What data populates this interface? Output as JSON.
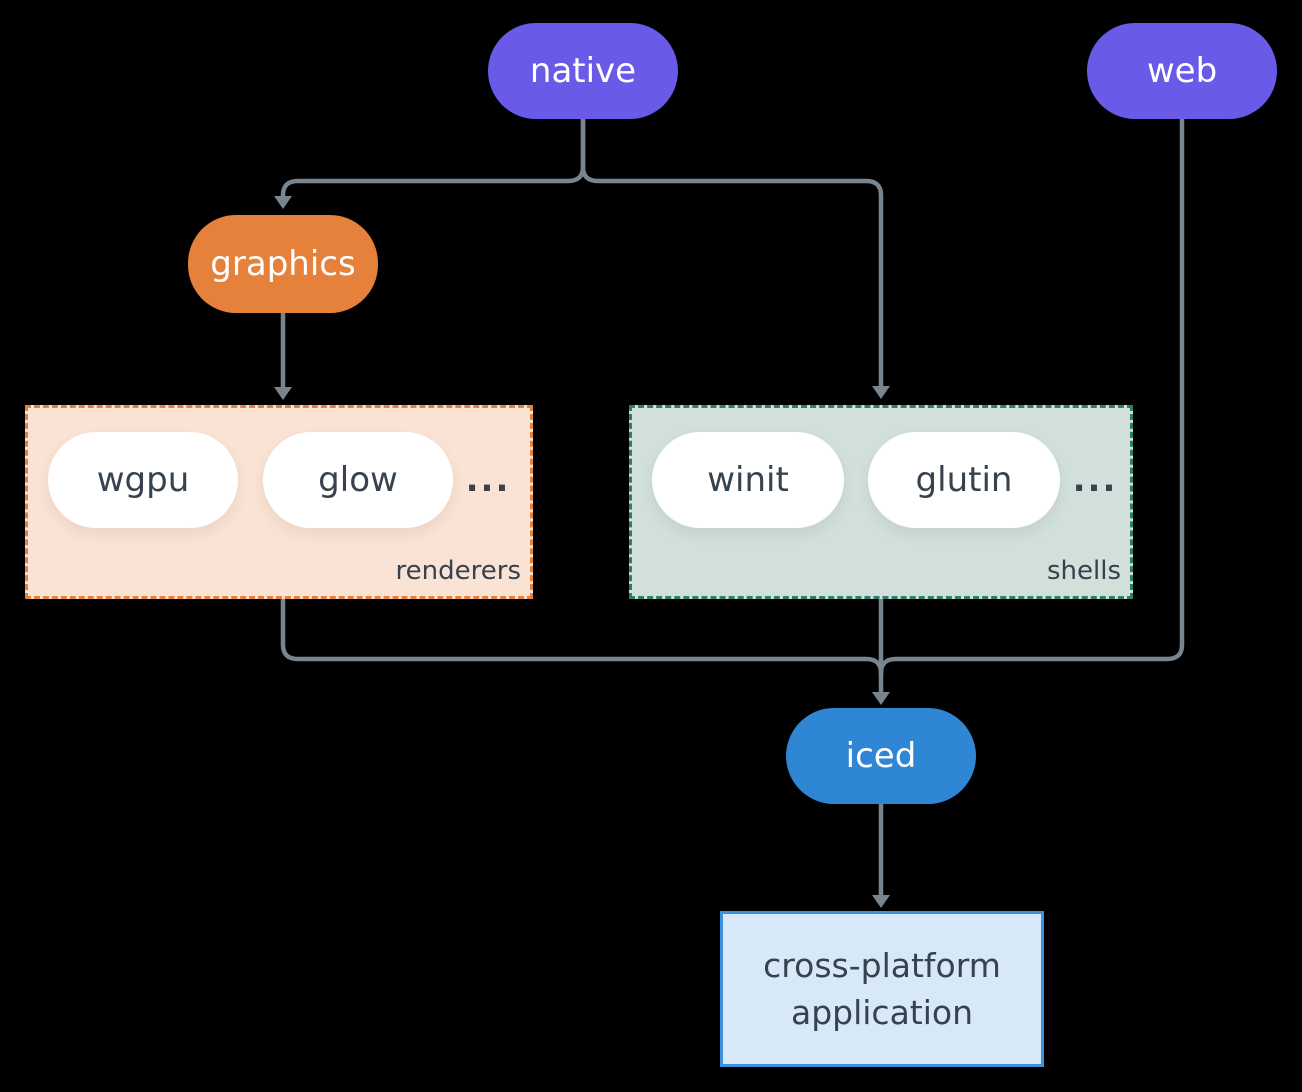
{
  "nodes": {
    "native": {
      "label": "native"
    },
    "web": {
      "label": "web"
    },
    "graphics": {
      "label": "graphics"
    },
    "iced": {
      "label": "iced"
    },
    "application": {
      "line1": "cross-platform",
      "line2": "application"
    }
  },
  "groups": {
    "renderers": {
      "label": "renderers",
      "items": [
        {
          "label": "wgpu"
        },
        {
          "label": "glow"
        }
      ],
      "ellipsis": "..."
    },
    "shells": {
      "label": "shells",
      "items": [
        {
          "label": "winit"
        },
        {
          "label": "glutin"
        }
      ],
      "ellipsis": "..."
    }
  },
  "colors": {
    "node_purple": "#695BE7",
    "node_orange": "#E5813B",
    "node_blue": "#2E86D5",
    "renderers_bg": "#FAE3D4",
    "renderers_border": "#E5813B",
    "shells_bg": "#D1E0DB",
    "shells_border": "#2E7D6D",
    "application_bg": "#D7E8F8",
    "application_border": "#3C90DE",
    "connector": "#78858F",
    "text_dark": "#36424D",
    "text_light": "#FFFFFF",
    "background": "#000000"
  }
}
